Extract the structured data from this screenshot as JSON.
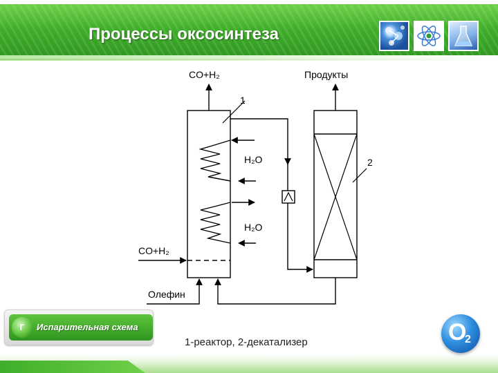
{
  "slide": {
    "title": "Процессы оксосинтеза",
    "colors": {
      "accent": "#3fae2a",
      "header_light": "#6fd04a",
      "logo_blue": "#2f8ee0"
    }
  },
  "header_images": [
    {
      "name": "molecules-thumbnail",
      "icon": "blue-molecules"
    },
    {
      "name": "atom-thumbnail",
      "icon": "atom-icon"
    },
    {
      "name": "flask-thumbnail",
      "icon": "flask-icon"
    }
  ],
  "diagram": {
    "labels": {
      "top_gas": "CO+H₂",
      "products": "Продукты",
      "reactor_number": "1",
      "decatalyzer_number": "2",
      "coolant_upper": "H₂O",
      "coolant_lower": "H₂O",
      "side_gas": "CO+H₂",
      "olefin": "Олефин"
    }
  },
  "badge": {
    "icon_letter": "Г",
    "text": "Испарительная схема"
  },
  "caption": "1-реактор, 2-декатализер",
  "logo": {
    "letter": "O",
    "subscript": "2"
  }
}
